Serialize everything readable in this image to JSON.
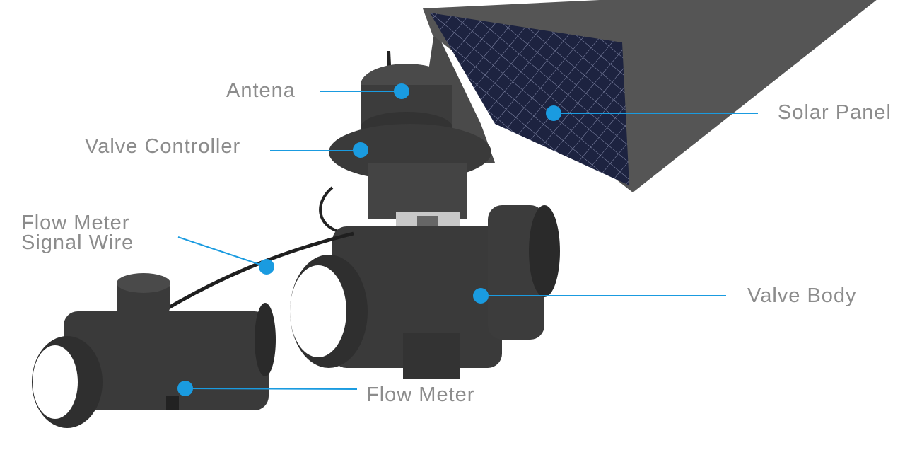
{
  "colors": {
    "accent": "#1a9be0",
    "label": "#8c8c8c",
    "product": "#3a3a3a"
  },
  "labels": {
    "antenna": "Antena",
    "valve_controller": "Valve Controller",
    "solar_panel": "Solar Panel",
    "signal_wire_line1": "Flow Meter",
    "signal_wire_line2": "Signal Wire",
    "valve_body": "Valve Body",
    "flow_meter": "Flow Meter"
  }
}
